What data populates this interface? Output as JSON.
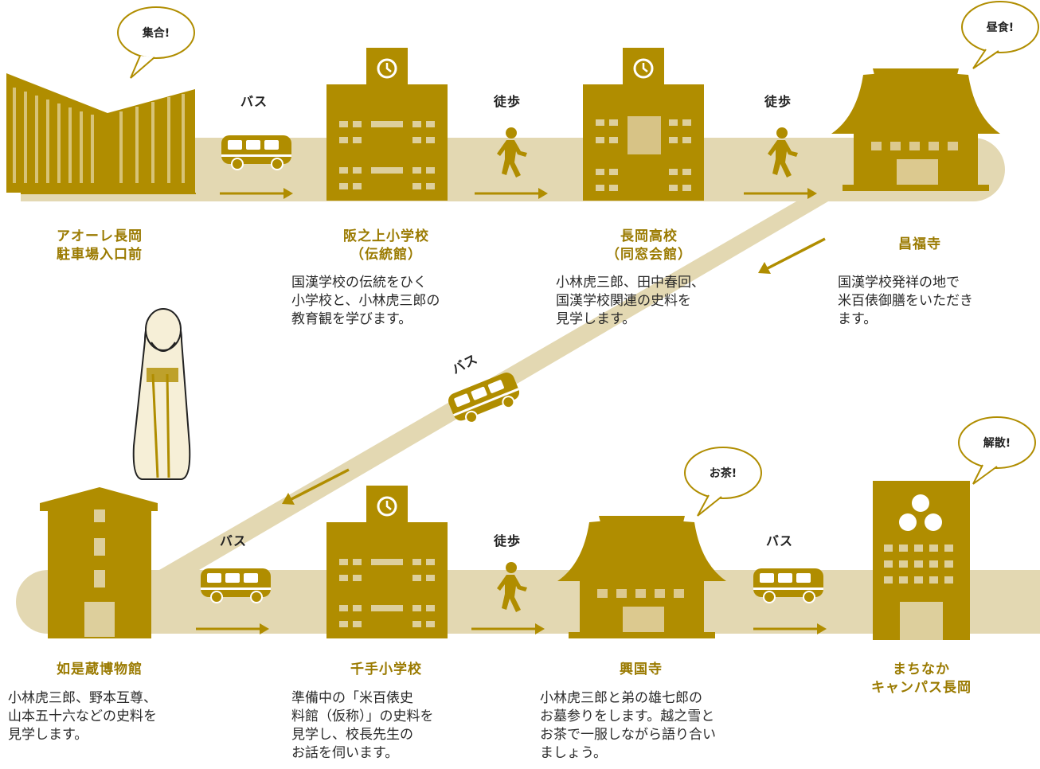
{
  "colors": {
    "gold": "#b08d00",
    "path": "#ddd2ad",
    "light": "#dcc98f",
    "ink": "#2a2a2a"
  },
  "stops": {
    "aore": {
      "name": "アオーレ長岡\n駐車場入口前",
      "bubble": "集合!"
    },
    "sakano": {
      "name": "阪之上小学校\n（伝統館）",
      "desc": "国漢学校の伝統をひく\n小学校と、小林虎三郎の\n教育観を学びます。"
    },
    "nagaoka": {
      "name": "長岡高校\n（同窓会館）",
      "desc": "小林虎三郎、田中春回、\n国漢学校関連の史料を\n見学します。"
    },
    "shofukuji": {
      "name": "昌福寺",
      "desc": "国漢学校発祥の地で\n米百俵御膳をいただき\nます。",
      "bubble": "昼食!"
    },
    "nyoze": {
      "name": "如是蔵博物館",
      "desc": "小林虎三郎、野本互尊、\n山本五十六などの史料を\n見学します。"
    },
    "senju": {
      "name": "千手小学校",
      "desc": "準備中の「米百俵史\n料館（仮称）」の史料を\n見学し、校長先生の\nお話を伺います。"
    },
    "kokokuji": {
      "name": "興国寺",
      "desc": "小林虎三郎と弟の雄七郎の\nお墓参りをします。越之雪と\nお茶で一服しながら語り合い\nましょう。",
      "bubble": "お茶!"
    },
    "machinaka": {
      "name": "まちなか\nキャンパス長岡",
      "bubble": "解散!"
    }
  },
  "transport": {
    "t1": "バス",
    "t2": "徒歩",
    "t3": "徒歩",
    "t4": "バス",
    "t5": "バス",
    "t6": "徒歩",
    "t7": "バス"
  }
}
